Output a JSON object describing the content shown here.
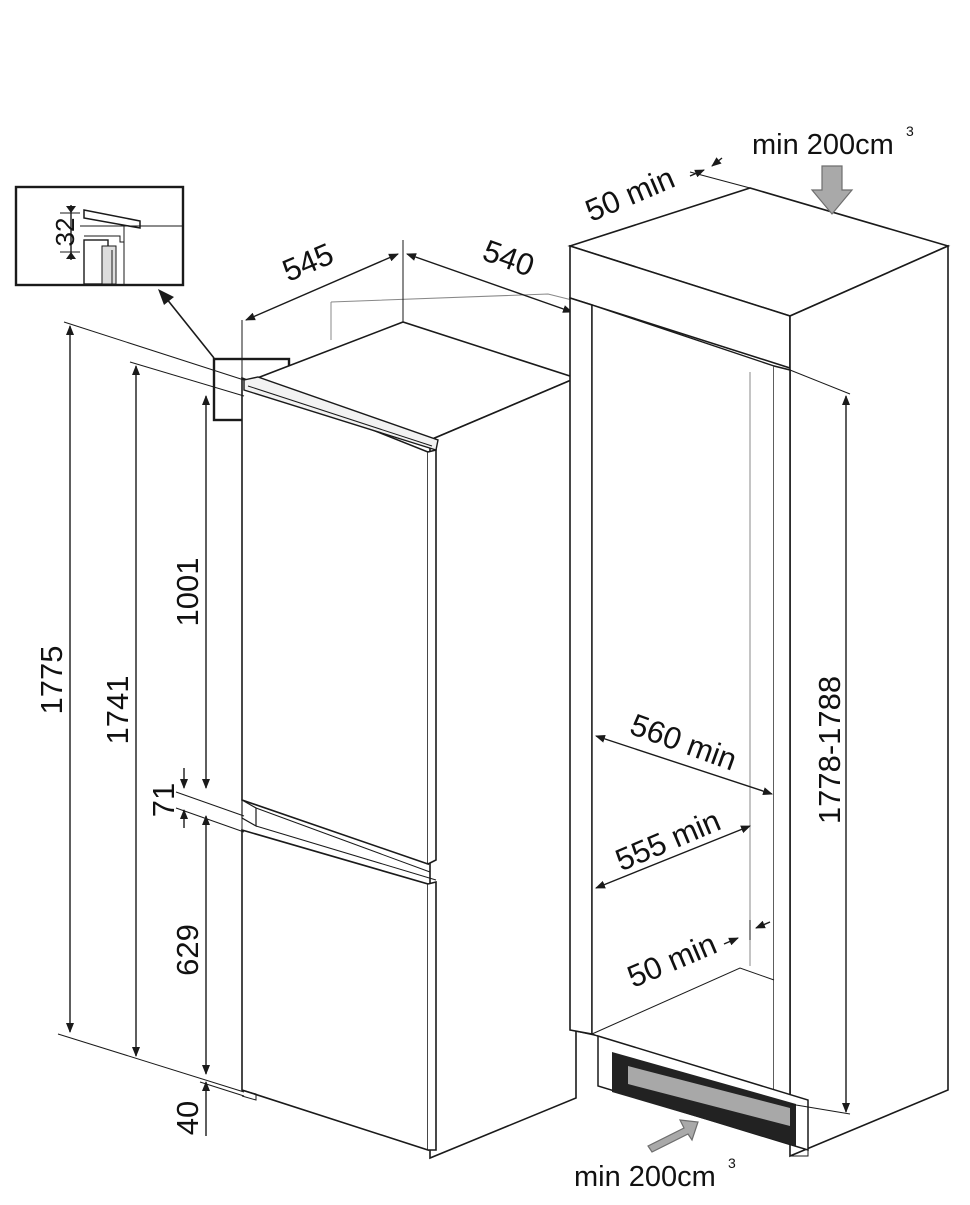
{
  "dimensions": {
    "detail_gap": "32",
    "width_depth": "545",
    "appliance_depth": "540",
    "total_height": "1775",
    "appliance_height": "1741",
    "fridge_door_height": "1001",
    "door_gap": "71",
    "freezer_door_height": "629",
    "plinth_gap": "40",
    "niche_top_gap": "50 min",
    "niche_height": "1778-1788",
    "niche_depth": "560 min",
    "niche_width": "555 min",
    "niche_side_gap": "50 min"
  },
  "ventilation": {
    "top_label": "min 200cm",
    "top_superscript": "3",
    "bottom_label": "min 200cm",
    "bottom_superscript": "3"
  },
  "colors": {
    "line": "#1a1a1a",
    "vent_arrow": "#a9a9a9",
    "background": "#ffffff"
  }
}
